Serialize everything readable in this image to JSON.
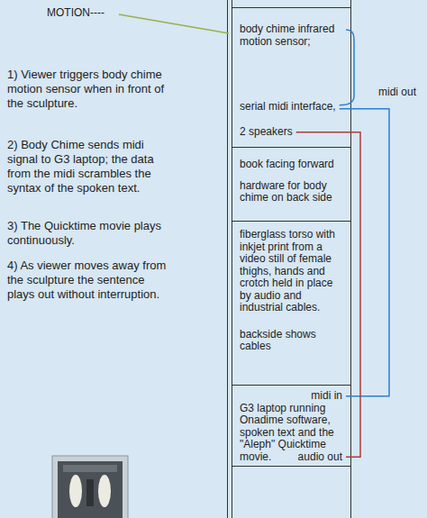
{
  "diagram": {
    "nodes": [
      {
        "text": [
          "body chime infrared motion sensor;"
        ]
      },
      {
        "text": [
          "serial midi interface,"
        ]
      },
      {
        "text": [
          "2 speakers"
        ]
      },
      {
        "text": [
          "book facing forward",
          "hardware for body chime on back side"
        ]
      },
      {
        "text": [
          "fiberglass torso with inkjet print from a video still of female thighs, hands and crotch held in place by audio and industrial cables.",
          "backside shows cables"
        ]
      },
      {
        "text": [
          "midi in",
          "G3 laptop running Onadime software, spoken text and the \"Aleph\" Quicktime movie.",
          "audio out"
        ]
      }
    ],
    "edges": [
      {
        "from": 0,
        "to": 1,
        "arrow": "none"
      },
      {
        "from": 1,
        "to": 5,
        "arrow": "none",
        "label": "midi out"
      },
      {
        "from": 2,
        "to": 5,
        "arrow": "none"
      }
    ],
    "labels": [
      "MOTION----",
      "1) Viewer triggers body chime motion sensor when in front of the sculpture.",
      "2) Body Chime sends midi signal to G3 laptop; the data from the midi scrambles the syntax of the spoken text.",
      "3) The Quicktime movie plays continuously.",
      "4) As viewer moves away from the sculpture the sentence plays out without interruption."
    ]
  }
}
